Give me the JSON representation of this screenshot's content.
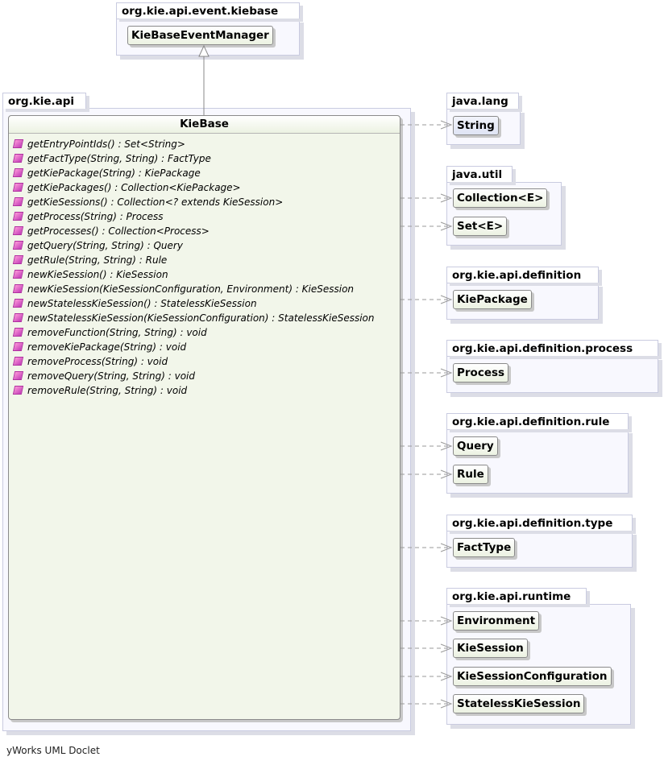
{
  "packages": {
    "event_kiebase": {
      "name": "org.kie.api.event.kiebase",
      "classes": [
        "KieBaseEventManager"
      ]
    },
    "kie_api": {
      "name": "org.kie.api"
    },
    "java_lang": {
      "name": "java.lang",
      "classes": [
        "String"
      ]
    },
    "java_util": {
      "name": "java.util",
      "classes": [
        "Collection<E>",
        "Set<E>"
      ]
    },
    "definition": {
      "name": "org.kie.api.definition",
      "classes": [
        "KiePackage"
      ]
    },
    "definition_process": {
      "name": "org.kie.api.definition.process",
      "classes": [
        "Process"
      ]
    },
    "definition_rule": {
      "name": "org.kie.api.definition.rule",
      "classes": [
        "Query",
        "Rule"
      ]
    },
    "definition_type": {
      "name": "org.kie.api.definition.type",
      "classes": [
        "FactType"
      ]
    },
    "runtime": {
      "name": "org.kie.api.runtime",
      "classes": [
        "Environment",
        "KieSession",
        "KieSessionConfiguration",
        "StatelessKieSession"
      ]
    }
  },
  "kiebase": {
    "title": "KieBase",
    "methods": [
      "getEntryPointIds() : Set<String>",
      "getFactType(String, String) : FactType",
      "getKiePackage(String) : KiePackage",
      "getKiePackages() : Collection<KiePackage>",
      "getKieSessions() : Collection<? extends KieSession>",
      "getProcess(String) : Process",
      "getProcesses() : Collection<Process>",
      "getQuery(String, String) : Query",
      "getRule(String, String) : Rule",
      "newKieSession() : KieSession",
      "newKieSession(KieSessionConfiguration, Environment) : KieSession",
      "newStatelessKieSession() : StatelessKieSession",
      "newStatelessKieSession(KieSessionConfiguration) : StatelessKieSession",
      "removeFunction(String, String) : void",
      "removeKiePackage(String) : void",
      "removeProcess(String) : void",
      "removeQuery(String, String) : void",
      "removeRule(String, String) : void"
    ]
  },
  "footer": "yWorks UML Doclet"
}
